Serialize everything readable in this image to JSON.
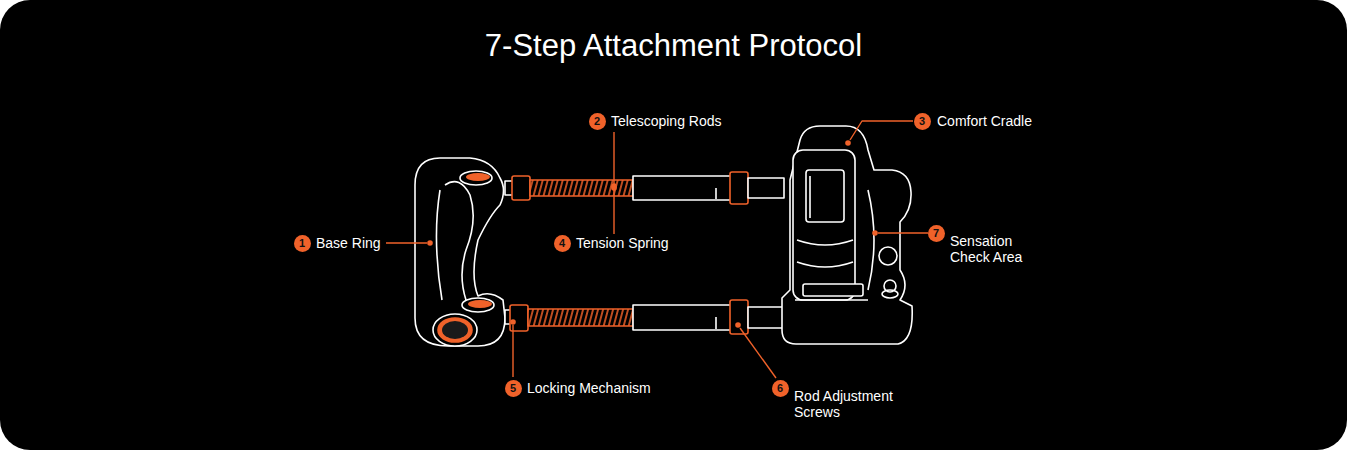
{
  "diagram": {
    "title": "7-Step Attachment Protocol",
    "labels": [
      "1",
      "Base Ring",
      "2",
      "Telescoping Rods",
      "3",
      "Comfort Cradle",
      "4",
      "Tension Spring",
      "5",
      "Locking Mechanism",
      "6",
      "Rod Adjustment Screws",
      "7",
      "Sensation Check Area"
    ]
  }
}
